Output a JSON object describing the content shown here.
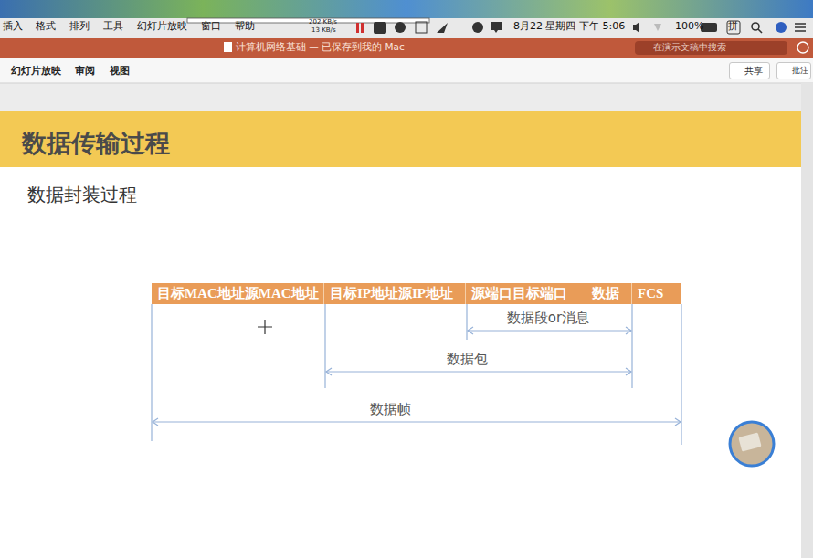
{
  "diagram": {
    "title": "数据传输过程",
    "nodes": [
      {
        "text": [
          "在演示文稿中搜索"
        ]
      },
      {
        "text": [
          "共享"
        ]
      },
      {
        "text": [
          "批注"
        ]
      },
      {
        "text": [
          "目标MAC地址源MAC地址"
        ]
      },
      {
        "text": [
          "目标IP地址源IP地址"
        ]
      },
      {
        "text": [
          "源端口目标端口"
        ]
      },
      {
        "text": [
          "数据"
        ]
      },
      {
        "text": [
          "FCS"
        ]
      }
    ],
    "labels": [
      "插入",
      "格式",
      "排列",
      "工具",
      "幻灯片放映",
      "窗口",
      "帮助",
      "202 KB/s",
      "13 KB/s",
      "8月22 星期四 下午 5:06",
      "100%",
      "拼",
      "计算机网络基础 — 已保存到我的 Mac",
      "幻灯片放映",
      "审阅",
      "视图",
      "数据封装过程",
      "数据段or消息",
      "数据包",
      "数据帧"
    ]
  }
}
